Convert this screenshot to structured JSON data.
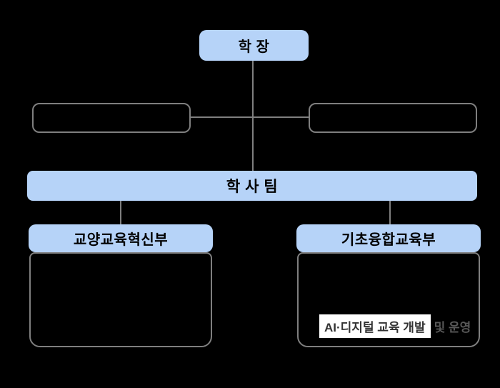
{
  "page": {
    "background": "#000000"
  },
  "colors": {
    "node_fill": "#B6D3F8",
    "line": "#7F7F7F",
    "text": "#000000",
    "muted_text": "#595959",
    "highlight_bg": "#FFFFFF",
    "highlight_text": "#333333"
  },
  "org_chart": {
    "dean": {
      "label": "학 장"
    },
    "side_left": {
      "label": ""
    },
    "side_right": {
      "label": ""
    },
    "team": {
      "label": "학 사 팀"
    },
    "departments": [
      {
        "title": "교양교육혁신부",
        "items": []
      },
      {
        "title": "기초융합교육부",
        "items": [],
        "note": {
          "highlight": "AI·디지털 교육 개발",
          "rest": "및 운영"
        }
      }
    ]
  }
}
